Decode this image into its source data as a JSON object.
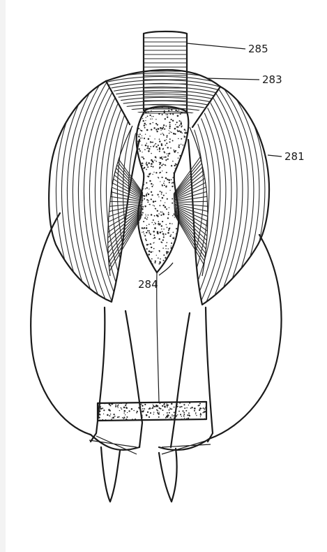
{
  "figure": {
    "labels": {
      "l285": "285",
      "l283": "283",
      "l281": "281",
      "l284": "284"
    },
    "colors": {
      "ink": "#1a1a1a",
      "paper": "#ffffff",
      "stipple": "#222222"
    }
  }
}
